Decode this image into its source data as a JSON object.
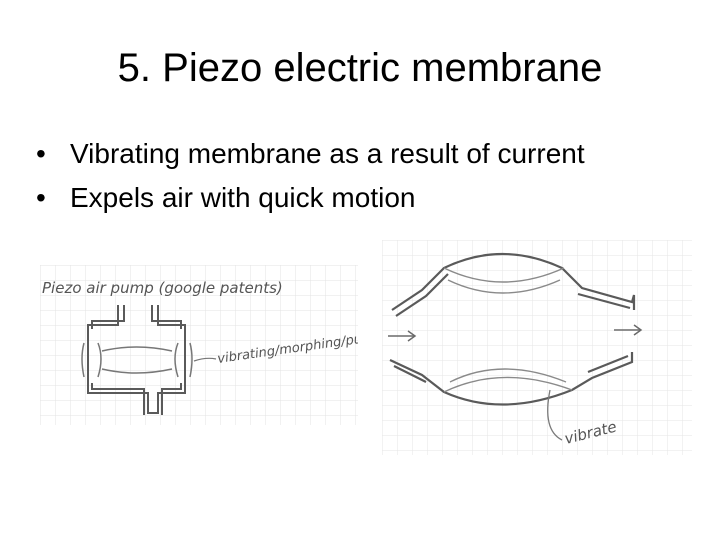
{
  "slide": {
    "title": "5. Piezo electric membrane",
    "bullets": [
      "Vibrating membrane as a result of current",
      "Expels air with quick motion"
    ]
  },
  "sketch_left": {
    "caption": "Piezo air pump (google patents)",
    "annotation": "vibrating/morphing/pulsing"
  },
  "sketch_right": {
    "annotation": "vibrate"
  },
  "colors": {
    "grid": "#e6e6e6",
    "ink": "#5a5a5a"
  }
}
